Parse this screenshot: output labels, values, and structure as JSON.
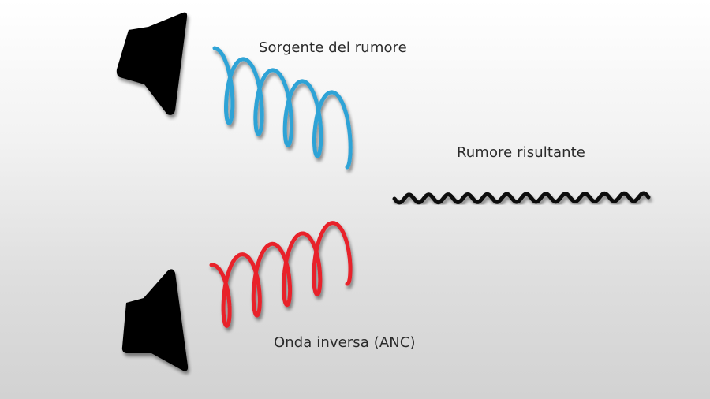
{
  "labels": {
    "noise_source": "Sorgente del rumore",
    "resulting_noise": "Rumore risultante",
    "inverse_wave": "Onda inversa (ANC)"
  },
  "colors": {
    "noise_wave": "#2fa3d6",
    "inverse_wave": "#e8202a",
    "resulting_wave": "#0d0d0d",
    "speaker": "#050505"
  },
  "icons": {
    "top_speaker": "speaker-icon",
    "bottom_speaker": "speaker-icon"
  }
}
